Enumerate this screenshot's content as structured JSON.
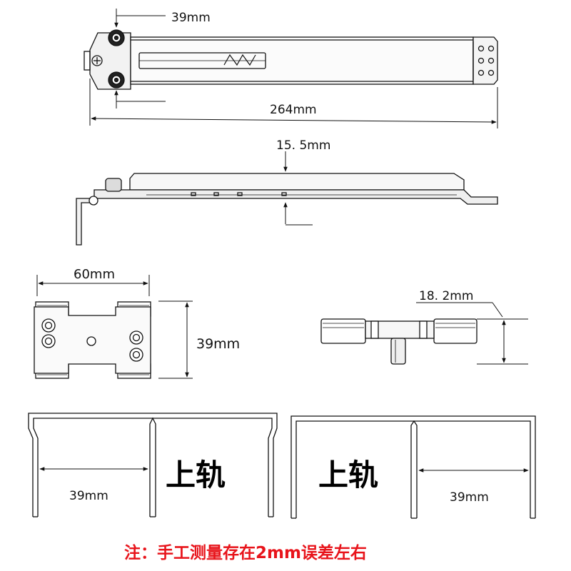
{
  "top_view": {
    "width_label": "39mm",
    "length_label": "264mm"
  },
  "side_view": {
    "height_label": "15. 5mm"
  },
  "trolley_front": {
    "width_label": "60mm",
    "height_label": "39mm"
  },
  "trolley_side": {
    "height_label": "18. 2mm"
  },
  "rails": [
    {
      "inner_width_label": "39mm",
      "name_label": "上轨"
    },
    {
      "inner_width_label": "39mm",
      "name_label": "上轨"
    }
  ],
  "note": {
    "text": "注：手工测量存在2mm误差左右",
    "color": "#e8141b"
  }
}
